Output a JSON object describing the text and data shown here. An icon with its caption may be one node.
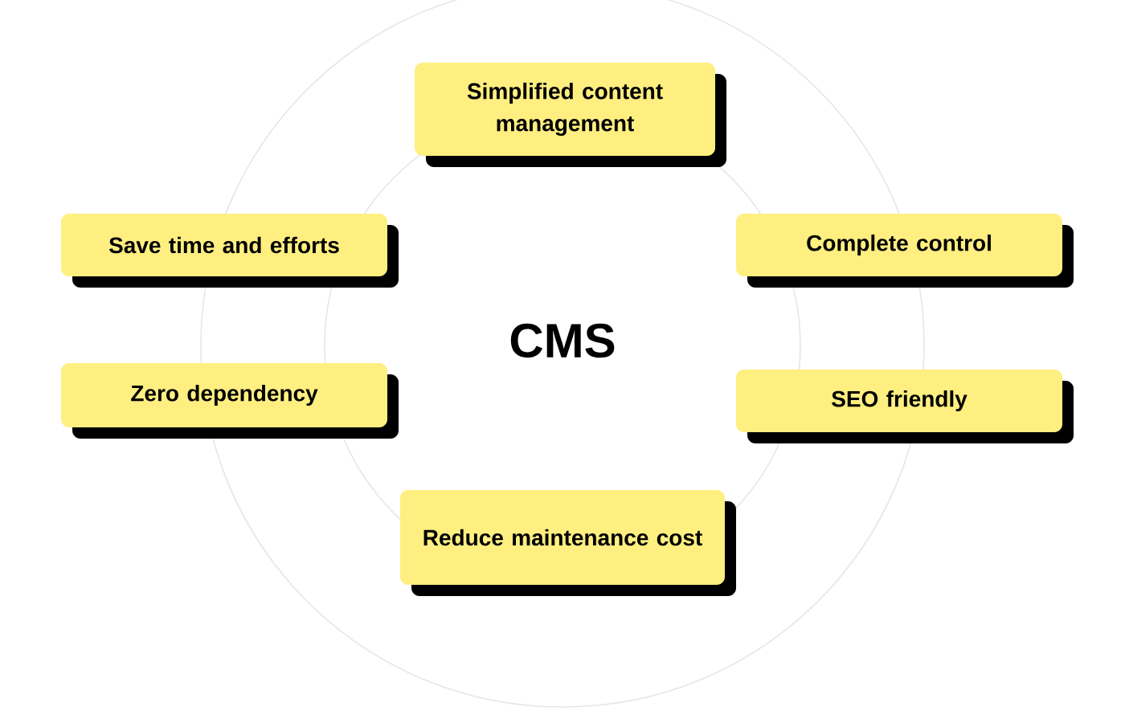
{
  "diagram": {
    "nodes": [
      {
        "text": [
          "Simplified content management"
        ]
      },
      {
        "text": [
          "Save time and efforts"
        ]
      },
      {
        "text": [
          "Complete control"
        ]
      },
      {
        "text": [
          "Zero dependency"
        ]
      },
      {
        "text": [
          "SEO friendly"
        ]
      },
      {
        "text": [
          "Reduce maintenance cost"
        ]
      }
    ],
    "labels": [
      "CMS"
    ]
  }
}
